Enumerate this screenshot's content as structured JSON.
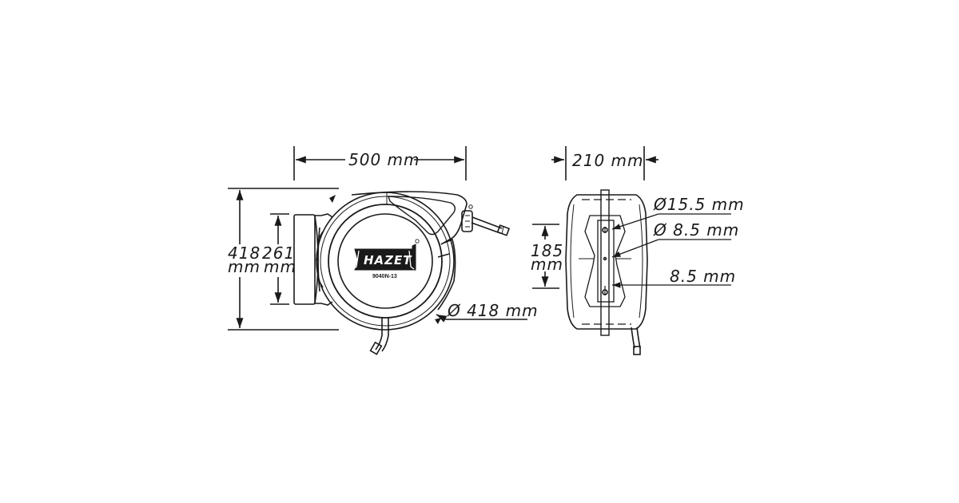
{
  "diagram": {
    "type": "technical-dimension-drawing",
    "subject": "hose reel",
    "front_view": {
      "brand_logo": "HAZET",
      "model_number": "9040N-13",
      "dimensions": {
        "width": "500 mm",
        "height_value": "418",
        "height_unit": "mm",
        "mount_height_value": "261",
        "mount_height_unit": "mm",
        "diameter": "Ø 418 mm"
      }
    },
    "side_view": {
      "dimensions": {
        "depth": "210 mm",
        "hole_spacing_value": "185",
        "hole_spacing_unit": "mm",
        "large_hole_diameter": "Ø15.5 mm",
        "small_hole_diameter": "Ø 8.5 mm",
        "slot_width": "8.5 mm"
      }
    },
    "colors": {
      "line": "#1a1a1a",
      "background": "#ffffff"
    }
  }
}
